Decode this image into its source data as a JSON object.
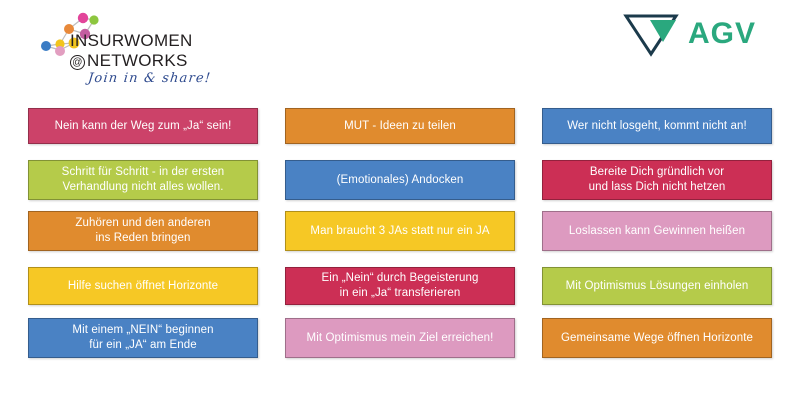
{
  "header": {
    "insurwomen_logo": {
      "line1": "INSURWOMEN",
      "at_symbol": "@",
      "line2": "NETWORKS",
      "tagline": "Join in & share!",
      "node_colors": [
        "#e2459a",
        "#8dc63f",
        "#e8893a",
        "#f2c51c",
        "#3b7cc4",
        "#e29ec0",
        "#c45da0"
      ]
    },
    "agv_logo": {
      "text": "AGV",
      "mark_outline_color": "#1b3a4b",
      "mark_fill_color": "#2aa87e",
      "text_color": "#2aa87e"
    }
  },
  "cards": [
    {
      "id": "card-1",
      "column": 1,
      "row": 1,
      "text": "Nein kann der Weg zum „Ja“ sein!",
      "color": "#cc4269"
    },
    {
      "id": "card-2",
      "column": 1,
      "row": 2,
      "text": "Schritt für Schritt - in der ersten\nVerhandlung nicht alles wollen.",
      "color": "#b5cb4a"
    },
    {
      "id": "card-3",
      "column": 1,
      "row": 3,
      "text": "Zuhören und den anderen\nins Reden bringen",
      "color": "#e08b2e"
    },
    {
      "id": "card-4",
      "column": 1,
      "row": 4,
      "text": "Hilfe suchen öffnet Horizonte",
      "color": "#f6c825"
    },
    {
      "id": "card-5",
      "column": 1,
      "row": 5,
      "text": "Mit  einem „NEIN“ beginnen\nfür ein „JA“ am Ende",
      "color": "#4a82c4"
    },
    {
      "id": "card-6",
      "column": 2,
      "row": 1,
      "text": "MUT - Ideen zu teilen",
      "color": "#e08b2e"
    },
    {
      "id": "card-7",
      "column": 2,
      "row": 2,
      "text": "(Emotionales) Andocken",
      "color": "#4a82c4"
    },
    {
      "id": "card-8",
      "column": 2,
      "row": 3,
      "text": "Man braucht 3 JAs statt nur ein JA",
      "color": "#f6c825"
    },
    {
      "id": "card-9",
      "column": 2,
      "row": 4,
      "text": "Ein „Nein“ durch Begeisterung\nin ein „Ja“ transferieren",
      "color": "#cc2f55"
    },
    {
      "id": "card-10",
      "column": 2,
      "row": 5,
      "text": "Mit Optimismus mein Ziel erreichen!",
      "color": "#dd9ac0"
    },
    {
      "id": "card-11",
      "column": 3,
      "row": 1,
      "text": "Wer nicht losgeht, kommt nicht an!",
      "color": "#4a82c4"
    },
    {
      "id": "card-12",
      "column": 3,
      "row": 2,
      "text": "Bereite Dich gründlich vor\nund lass Dich nicht hetzen",
      "color": "#cc2f55"
    },
    {
      "id": "card-13",
      "column": 3,
      "row": 3,
      "text": "Loslassen kann Gewinnen heißen",
      "color": "#dd9ac0"
    },
    {
      "id": "card-14",
      "column": 3,
      "row": 4,
      "text": "Mit Optimismus Lösungen einholen",
      "color": "#b5cb4a"
    },
    {
      "id": "card-15",
      "column": 3,
      "row": 5,
      "text": "Gemeinsame Wege öffnen Horizonte",
      "color": "#e08b2e"
    }
  ]
}
